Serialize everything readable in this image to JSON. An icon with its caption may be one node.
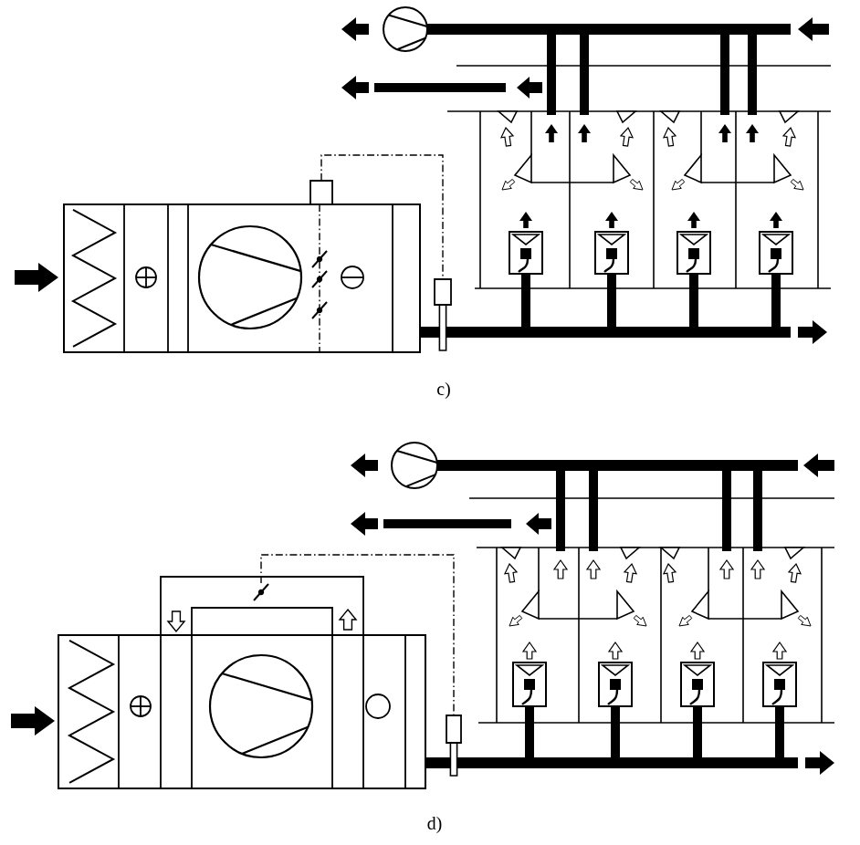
{
  "diagram": {
    "nodes": [
      {
        "text": [],
        "shape": "box"
      },
      {
        "text": [],
        "shape": "box"
      },
      {
        "text": [],
        "shape": "picture"
      },
      {
        "text": [],
        "shape": "box"
      }
    ],
    "edges": [
      {
        "from": 0,
        "to": 1,
        "arrow": "none",
        "style": "dashed"
      },
      {
        "from": 2,
        "to": 3,
        "arrow": "none",
        "style": "dashed"
      }
    ],
    "labels": [
      "c)",
      "d)"
    ]
  }
}
